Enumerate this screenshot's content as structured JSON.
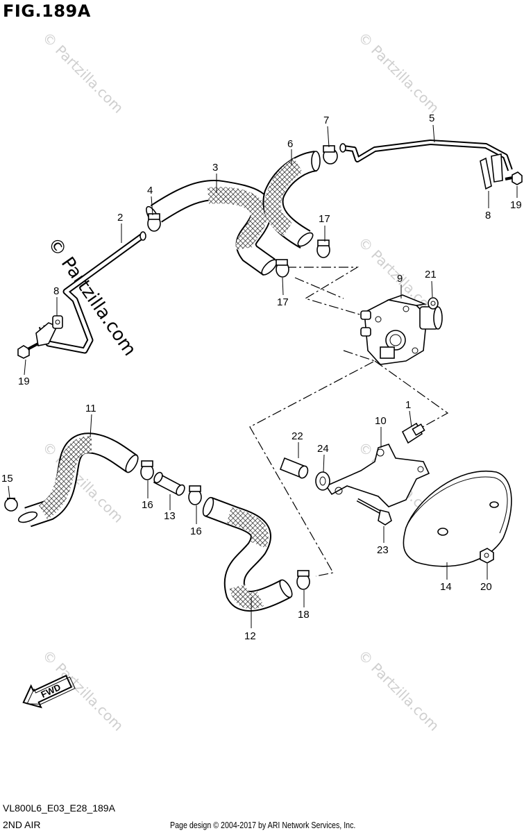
{
  "figure": {
    "title": "FIG.189A",
    "code": "VL800L6_E03_E28_189A",
    "subtitle": "2ND AIR",
    "credit": "Page design © 2004-2017 by ARI Network Services, Inc.",
    "arrow_label": "FWD"
  },
  "watermark": {
    "main": "© Partzilla.com",
    "small": "© Partzilla.com"
  },
  "callouts": [
    {
      "id": "c1",
      "text": "1"
    },
    {
      "id": "c2",
      "text": "2"
    },
    {
      "id": "c3",
      "text": "3"
    },
    {
      "id": "c4",
      "text": "4"
    },
    {
      "id": "c5",
      "text": "5"
    },
    {
      "id": "c6",
      "text": "6"
    },
    {
      "id": "c7",
      "text": "7"
    },
    {
      "id": "c8a",
      "text": "8"
    },
    {
      "id": "c8b",
      "text": "8"
    },
    {
      "id": "c9",
      "text": "9"
    },
    {
      "id": "c10",
      "text": "10"
    },
    {
      "id": "c11",
      "text": "11"
    },
    {
      "id": "c12",
      "text": "12"
    },
    {
      "id": "c13",
      "text": "13"
    },
    {
      "id": "c14",
      "text": "14"
    },
    {
      "id": "c15",
      "text": "15"
    },
    {
      "id": "c16a",
      "text": "16"
    },
    {
      "id": "c16b",
      "text": "16"
    },
    {
      "id": "c17a",
      "text": "17"
    },
    {
      "id": "c17b",
      "text": "17"
    },
    {
      "id": "c18",
      "text": "18"
    },
    {
      "id": "c19a",
      "text": "19"
    },
    {
      "id": "c19b",
      "text": "19"
    },
    {
      "id": "c20",
      "text": "20"
    },
    {
      "id": "c21",
      "text": "21"
    },
    {
      "id": "c22",
      "text": "22"
    },
    {
      "id": "c23",
      "text": "23"
    },
    {
      "id": "c24",
      "text": "24"
    }
  ]
}
